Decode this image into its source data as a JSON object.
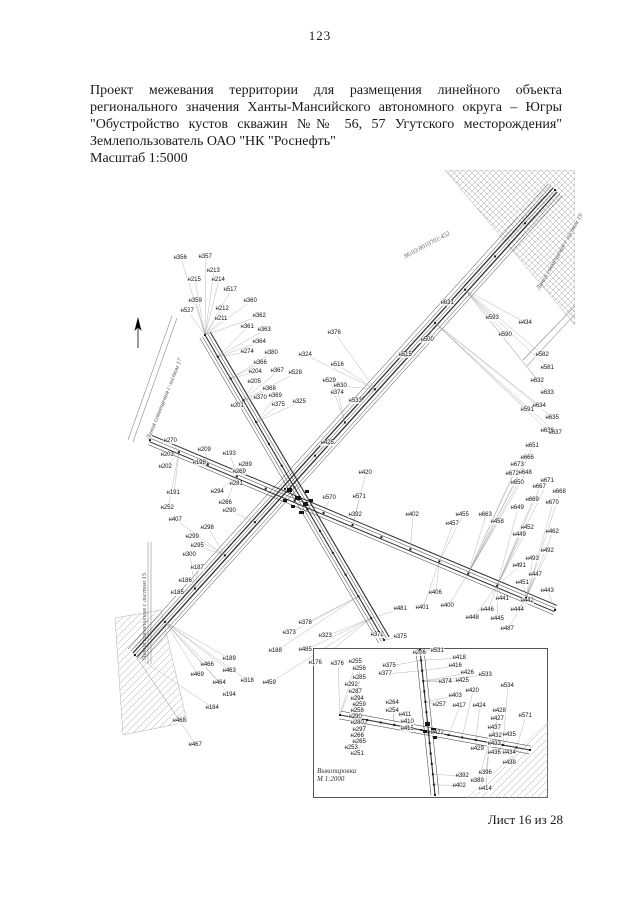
{
  "page": {
    "number": "123",
    "footer": "Лист 16 из 28"
  },
  "header": {
    "lines": [
      "Проект межевания территории для размещения линейного объекта",
      "регионального значения Ханты-Мансийского автономного округа – Югры",
      "\"Обустройство кустов скважин №№ 56, 57 Угутского месторождения\"",
      "Землепользователь ОАО \"НК \"Роснефть\"",
      "Масштаб 1:5000"
    ]
  },
  "map": {
    "cadastral_number": "86:03:0010701:452",
    "edge_labels": {
      "right": "Линия совмещения с листом 19",
      "left_top": "Линия совмещения с листом 17",
      "left_bottom": "Линия совмещения с листом 15"
    },
    "inset": {
      "caption_line1": "Выкопировка",
      "caption_line2": "М 1:2000"
    },
    "colors": {
      "ink": "#2f2f2f",
      "leader": "#989898"
    },
    "points": [
      [
        "н356",
        58,
        85
      ],
      [
        "н357",
        83,
        84
      ],
      [
        "н213",
        91,
        98
      ],
      [
        "н215",
        72,
        107
      ],
      [
        "н214",
        96,
        107
      ],
      [
        "н517",
        108,
        117
      ],
      [
        "н359",
        73,
        128
      ],
      [
        "н360",
        128,
        128
      ],
      [
        "н527",
        65,
        138
      ],
      [
        "н212",
        100,
        136
      ],
      [
        "н211",
        99,
        146
      ],
      [
        "н362",
        137,
        143
      ],
      [
        "н361",
        125,
        154
      ],
      [
        "н363",
        142,
        157
      ],
      [
        "н364",
        137,
        169
      ],
      [
        "н274",
        125,
        179
      ],
      [
        "н380",
        149,
        180
      ],
      [
        "н324",
        183,
        182
      ],
      [
        "н366",
        138,
        190
      ],
      [
        "н204",
        133,
        199
      ],
      [
        "н367",
        155,
        198
      ],
      [
        "н528",
        173,
        200
      ],
      [
        "н205",
        132,
        209
      ],
      [
        "н368",
        147,
        216
      ],
      [
        "н369",
        153,
        223
      ],
      [
        "н370",
        138,
        225
      ],
      [
        "н375",
        156,
        232
      ],
      [
        "н325",
        177,
        229
      ],
      [
        "н201",
        115,
        233
      ],
      [
        "н376",
        212,
        160
      ],
      [
        "н516",
        215,
        192
      ],
      [
        "н529",
        207,
        208
      ],
      [
        "н630",
        218,
        213
      ],
      [
        "н374",
        215,
        220
      ],
      [
        "н533",
        233,
        228
      ],
      [
        "н425",
        205,
        270
      ],
      [
        "н631",
        325,
        130
      ],
      [
        "н593",
        370,
        145
      ],
      [
        "н434",
        403,
        150
      ],
      [
        "н590",
        383,
        162
      ],
      [
        "н500",
        305,
        167
      ],
      [
        "н515",
        283,
        182
      ],
      [
        "н582",
        420,
        182
      ],
      [
        "н581",
        425,
        195
      ],
      [
        "н632",
        415,
        208
      ],
      [
        "н633",
        425,
        220
      ],
      [
        "н634",
        417,
        233
      ],
      [
        "н591",
        405,
        237
      ],
      [
        "н635",
        430,
        245
      ],
      [
        "н636",
        425,
        258
      ],
      [
        "н637",
        433,
        260
      ],
      [
        "н651",
        410,
        273
      ],
      [
        "н666",
        405,
        285
      ],
      [
        "н673",
        395,
        292
      ],
      [
        "н648",
        403,
        300
      ],
      [
        "н672",
        390,
        301
      ],
      [
        "н650",
        395,
        310
      ],
      [
        "н671",
        425,
        308
      ],
      [
        "н667",
        417,
        314
      ],
      [
        "н668",
        437,
        319
      ],
      [
        "н669",
        410,
        327
      ],
      [
        "н670",
        430,
        330
      ],
      [
        "н649",
        395,
        335
      ],
      [
        "н663",
        363,
        342
      ],
      [
        "н455",
        340,
        342
      ],
      [
        "н457",
        330,
        351
      ],
      [
        "н458",
        375,
        349
      ],
      [
        "н452",
        405,
        355
      ],
      [
        "н449",
        397,
        362
      ],
      [
        "н462",
        430,
        359
      ],
      [
        "н492",
        425,
        378
      ],
      [
        "н493",
        410,
        386
      ],
      [
        "н491",
        397,
        393
      ],
      [
        "н447",
        413,
        402
      ],
      [
        "н451",
        400,
        410
      ],
      [
        "н443",
        425,
        418
      ],
      [
        "н441",
        380,
        426
      ],
      [
        "н442",
        405,
        428
      ],
      [
        "н446",
        365,
        437
      ],
      [
        "н444",
        395,
        437
      ],
      [
        "н448",
        350,
        445
      ],
      [
        "н445",
        375,
        446
      ],
      [
        "н487",
        385,
        456
      ],
      [
        "н420",
        243,
        300
      ],
      [
        "н570",
        207,
        325
      ],
      [
        "н571",
        237,
        324
      ],
      [
        "н392",
        233,
        342
      ],
      [
        "н402",
        290,
        342
      ],
      [
        "н270",
        48,
        268
      ],
      [
        "н203",
        45,
        282
      ],
      [
        "н202",
        43,
        294
      ],
      [
        "н209",
        82,
        277
      ],
      [
        "н198",
        77,
        290
      ],
      [
        "н193",
        107,
        281
      ],
      [
        "н289",
        123,
        292
      ],
      [
        "н269",
        117,
        299
      ],
      [
        "н191",
        51,
        320
      ],
      [
        "н294",
        95,
        319
      ],
      [
        "н281",
        114,
        311
      ],
      [
        "н266",
        103,
        330
      ],
      [
        "н252",
        45,
        335
      ],
      [
        "н290",
        107,
        338
      ],
      [
        "н407",
        53,
        347
      ],
      [
        "н298",
        85,
        355
      ],
      [
        "н299",
        70,
        364
      ],
      [
        "н295",
        75,
        373
      ],
      [
        "н300",
        67,
        382
      ],
      [
        "н187",
        75,
        395
      ],
      [
        "н186",
        63,
        408
      ],
      [
        "н185",
        55,
        420
      ],
      [
        "н406",
        313,
        420
      ],
      [
        "н401",
        300,
        435
      ],
      [
        "н400",
        325,
        433
      ],
      [
        "н481",
        278,
        436
      ],
      [
        "н378",
        183,
        450
      ],
      [
        "н373",
        167,
        460
      ],
      [
        "н323",
        203,
        463
      ],
      [
        "н372",
        255,
        462
      ],
      [
        "н375",
        278,
        464
      ],
      [
        "н188",
        153,
        478
      ],
      [
        "н485",
        183,
        477
      ],
      [
        "н176",
        193,
        490
      ],
      [
        "н189",
        107,
        486
      ],
      [
        "н466",
        85,
        492
      ],
      [
        "н463",
        107,
        498
      ],
      [
        "н469",
        75,
        502
      ],
      [
        "н464",
        97,
        510
      ],
      [
        "н318",
        125,
        508
      ],
      [
        "н459",
        147,
        510
      ],
      [
        "н194",
        107,
        522
      ],
      [
        "н184",
        90,
        535
      ],
      [
        "н468",
        57,
        548
      ],
      [
        "н467",
        73,
        572
      ],
      [
        "н376",
        215,
        491
      ],
      [
        "н255",
        233,
        489
      ],
      [
        "н256",
        237,
        496
      ],
      [
        "н206",
        297,
        480
      ],
      [
        "н531",
        315,
        478
      ],
      [
        "н418",
        337,
        485
      ],
      [
        "н416",
        333,
        493
      ],
      [
        "н375",
        267,
        493
      ],
      [
        "н377",
        263,
        501
      ],
      [
        "н426",
        345,
        500
      ],
      [
        "н425",
        340,
        508
      ],
      [
        "н533",
        363,
        502
      ],
      [
        "н374",
        323,
        509
      ],
      [
        "н534",
        385,
        513
      ],
      [
        "н420",
        350,
        518
      ],
      [
        "н403",
        333,
        523
      ],
      [
        "н417",
        337,
        533
      ],
      [
        "н424",
        357,
        533
      ],
      [
        "н257",
        317,
        532
      ],
      [
        "н428",
        377,
        538
      ],
      [
        "н571",
        403,
        543
      ],
      [
        "н427",
        375,
        546
      ],
      [
        "н437",
        372,
        555
      ],
      [
        "н432",
        373,
        563
      ],
      [
        "н435",
        387,
        562
      ],
      [
        "н433",
        372,
        571
      ],
      [
        "н429",
        355,
        576
      ],
      [
        "н436",
        372,
        580
      ],
      [
        "н434",
        387,
        580
      ],
      [
        "н438",
        387,
        590
      ],
      [
        "н396",
        363,
        600
      ],
      [
        "н392",
        340,
        603
      ],
      [
        "н389",
        355,
        608
      ],
      [
        "н402",
        337,
        613
      ],
      [
        "н414",
        363,
        616
      ],
      [
        "н285",
        237,
        505
      ],
      [
        "н292",
        229,
        512
      ],
      [
        "н287",
        233,
        519
      ],
      [
        "н294",
        235,
        526
      ],
      [
        "н259",
        237,
        532
      ],
      [
        "н258",
        235,
        538
      ],
      [
        "н290",
        233,
        544
      ],
      [
        "н280",
        235,
        550
      ],
      [
        "н297",
        237,
        557
      ],
      [
        "н266",
        235,
        563
      ],
      [
        "н265",
        237,
        569
      ],
      [
        "н253",
        229,
        575
      ],
      [
        "н251",
        235,
        581
      ],
      [
        "н264",
        270,
        530
      ],
      [
        "н254",
        270,
        538
      ],
      [
        "н411",
        283,
        542
      ],
      [
        "н410",
        285,
        549
      ],
      [
        "н415",
        285,
        556
      ],
      [
        "н422",
        315,
        560
      ]
    ]
  }
}
